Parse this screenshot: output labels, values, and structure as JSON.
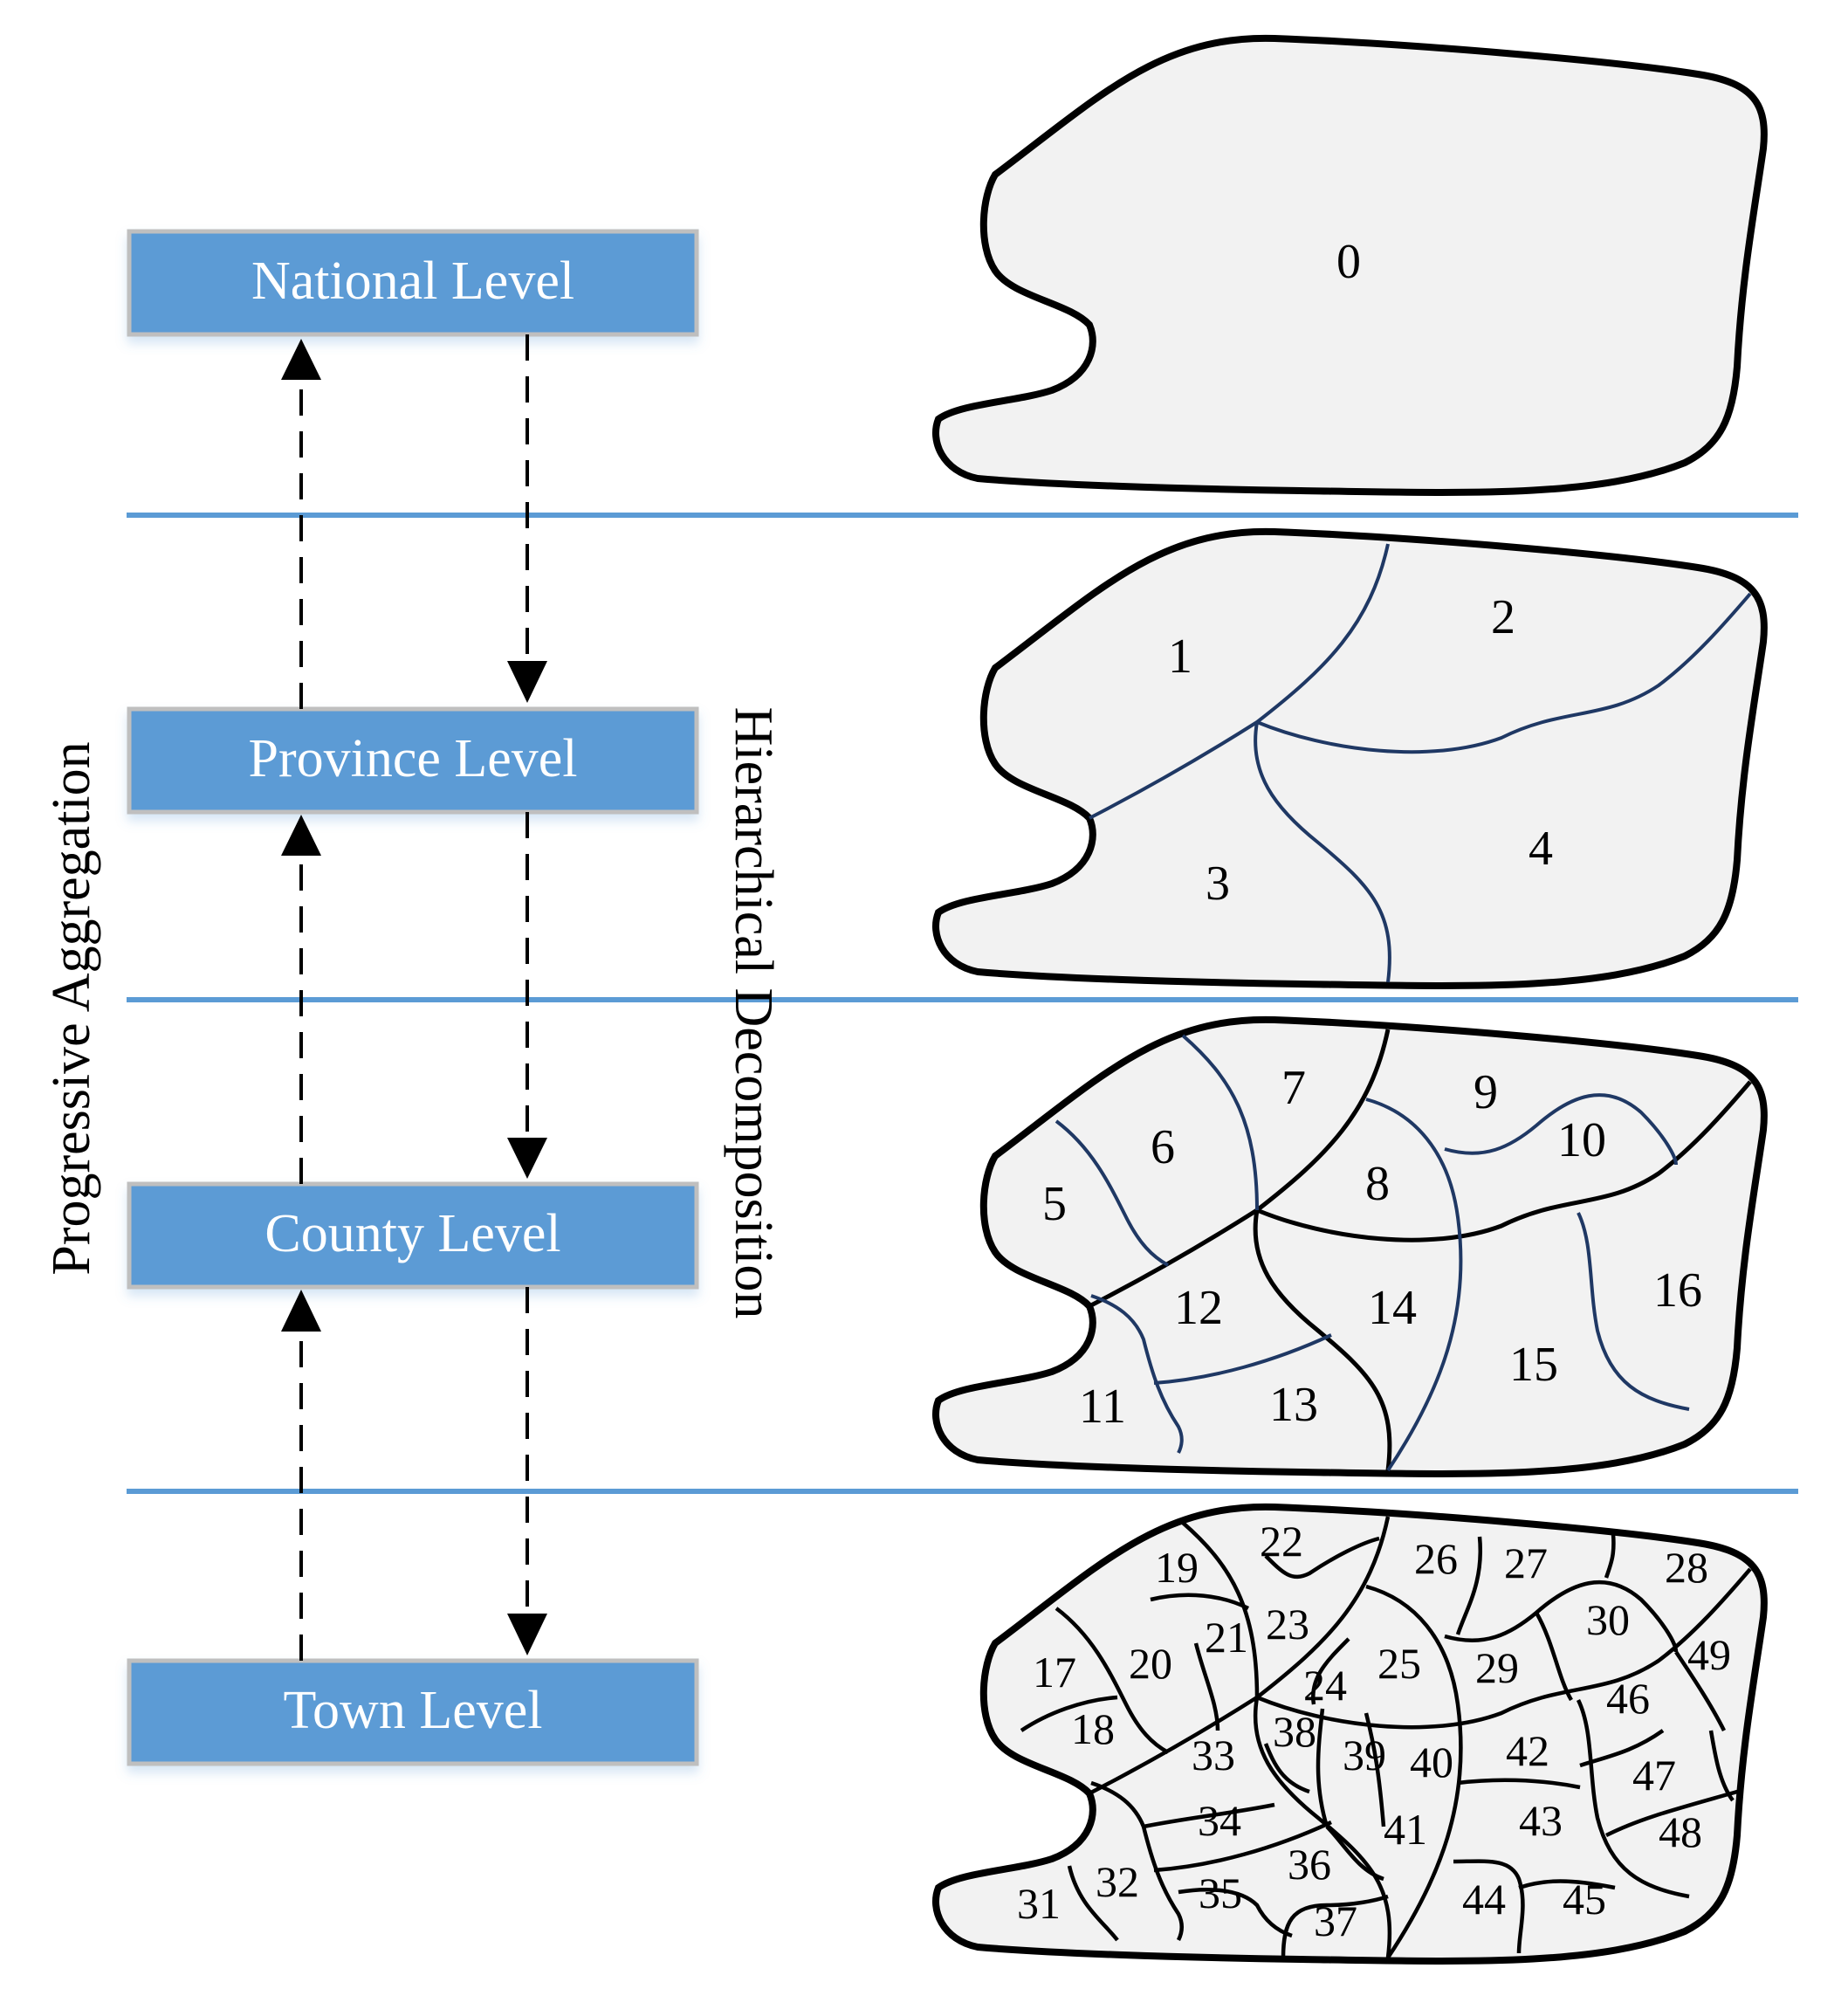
{
  "levels": [
    {
      "label": "National Level"
    },
    {
      "label": "Province Level"
    },
    {
      "label": "County Level"
    },
    {
      "label": "Town Level"
    }
  ],
  "side_labels": {
    "aggregation": "Progressive Aggregation",
    "decomposition": "Hierarchical Decomposition"
  },
  "maps": {
    "national": [
      "0"
    ],
    "province": [
      "1",
      "2",
      "3",
      "4"
    ],
    "county": [
      "5",
      "6",
      "7",
      "8",
      "9",
      "10",
      "11",
      "12",
      "13",
      "14",
      "15",
      "16"
    ],
    "town": [
      "17",
      "18",
      "19",
      "20",
      "21",
      "22",
      "23",
      "24",
      "25",
      "26",
      "27",
      "28",
      "29",
      "30",
      "31",
      "32",
      "33",
      "34",
      "35",
      "36",
      "37",
      "38",
      "39",
      "40",
      "41",
      "42",
      "43",
      "44",
      "45",
      "46",
      "47",
      "48",
      "49"
    ]
  },
  "colors": {
    "box_fill": "#5b9bd5",
    "box_border": "#bfbfbf",
    "divider": "#5b9bd5",
    "map_fill": "#f2f2f2",
    "inner_border": "#1f3864"
  }
}
